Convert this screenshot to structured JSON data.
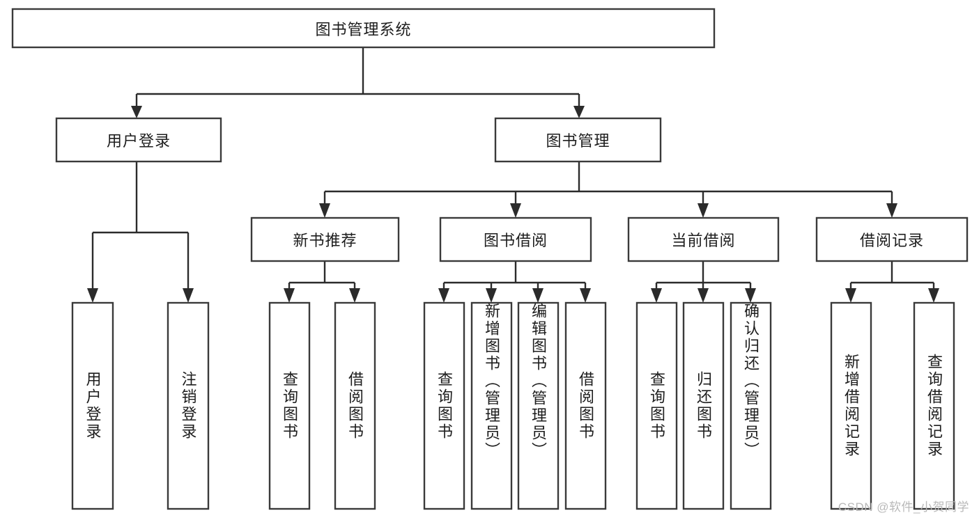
{
  "diagram": {
    "type": "hierarchy-tree",
    "title_node": "图书管理系统",
    "watermark": "CSDN @软件_小贺同学",
    "levels": {
      "level1": [
        {
          "id": "root",
          "label": "图书管理系统",
          "orientation": "horizontal"
        }
      ],
      "level2": [
        {
          "id": "user-login",
          "label": "用户登录",
          "orientation": "horizontal",
          "parent": "root"
        },
        {
          "id": "book-manage",
          "label": "图书管理",
          "orientation": "horizontal",
          "parent": "root"
        }
      ],
      "level3": [
        {
          "id": "new-book-rec",
          "label": "新书推荐",
          "orientation": "horizontal",
          "parent": "book-manage"
        },
        {
          "id": "book-borrow",
          "label": "图书借阅",
          "orientation": "horizontal",
          "parent": "book-manage"
        },
        {
          "id": "current-borrow",
          "label": "当前借阅",
          "orientation": "horizontal",
          "parent": "book-manage"
        },
        {
          "id": "borrow-record",
          "label": "借阅记录",
          "orientation": "horizontal",
          "parent": "book-manage"
        }
      ],
      "level4": [
        {
          "id": "leaf-user-login",
          "label": "用户登录",
          "orientation": "vertical",
          "parent": "user-login"
        },
        {
          "id": "leaf-user-logout",
          "label": "注销登录",
          "orientation": "vertical",
          "parent": "user-login"
        },
        {
          "id": "leaf-query-book-1",
          "label": "查询图书",
          "orientation": "vertical",
          "parent": "new-book-rec"
        },
        {
          "id": "leaf-borrow-book-1",
          "label": "借阅图书",
          "orientation": "vertical",
          "parent": "new-book-rec"
        },
        {
          "id": "leaf-query-book-2",
          "label": "查询图书",
          "orientation": "vertical",
          "parent": "book-borrow"
        },
        {
          "id": "leaf-add-book",
          "label": "新增图书（管理员）",
          "orientation": "vertical",
          "parent": "book-borrow"
        },
        {
          "id": "leaf-edit-book",
          "label": "编辑图书（管理员）",
          "orientation": "vertical",
          "parent": "book-borrow"
        },
        {
          "id": "leaf-borrow-book-2",
          "label": "借阅图书",
          "orientation": "vertical",
          "parent": "book-borrow"
        },
        {
          "id": "leaf-query-book-3",
          "label": "查询图书",
          "orientation": "vertical",
          "parent": "current-borrow"
        },
        {
          "id": "leaf-return-book",
          "label": "归还图书",
          "orientation": "vertical",
          "parent": "current-borrow"
        },
        {
          "id": "leaf-confirm-return",
          "label": "确认归还（管理员）",
          "orientation": "vertical",
          "parent": "current-borrow"
        },
        {
          "id": "leaf-add-record",
          "label": "新增借阅记录",
          "orientation": "vertical",
          "parent": "borrow-record"
        },
        {
          "id": "leaf-query-record",
          "label": "查询借阅记录",
          "orientation": "vertical",
          "parent": "borrow-record"
        }
      ]
    },
    "colors": {
      "box_stroke": "#3a3a3a",
      "box_fill": "#ffffff",
      "connector": "#2b2b2b",
      "text": "#1d1d1d",
      "watermark": "#b9b9b9",
      "background": "#ffffff"
    }
  }
}
